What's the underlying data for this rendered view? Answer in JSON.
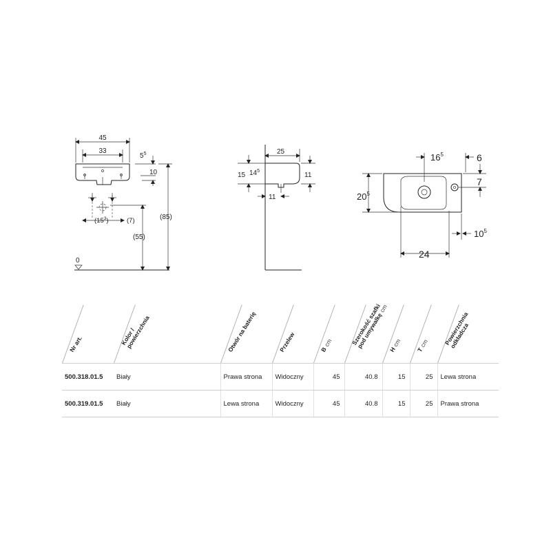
{
  "front_view": {
    "dim_width": "45",
    "dim_inner": "33",
    "dim_rim_base": "5",
    "dim_rim_sup": "5",
    "dim_bowl_height": "10",
    "dim_total_height": "(85)",
    "dim_drain_height": "(55)",
    "dim_drain_spacing_base": "(15",
    "dim_drain_spacing_sup": "3",
    "dim_drain_spacing_close": ")",
    "dim_drain_offset": "(7)",
    "floor_label": "0"
  },
  "side_view": {
    "dim_depth": "25",
    "dim_left_height": "15",
    "dim_inner_depth_base": "14",
    "dim_inner_depth_sup": "5",
    "dim_right_height": "11",
    "dim_wall_offset": "11"
  },
  "top_view": {
    "dim_tap_offset_base": "16",
    "dim_tap_offset_sup": "5",
    "dim_edge": "6",
    "dim_overflow": "7",
    "dim_depth_base": "20",
    "dim_depth_sup": "5",
    "dim_right_base": "10",
    "dim_right_sup": "5",
    "dim_bowl_width": "24"
  },
  "table": {
    "headers": [
      {
        "line1": "Nr art.",
        "line2": "",
        "unit": ""
      },
      {
        "line1": "Kolor /",
        "line2": "powierzchnia",
        "unit": ""
      },
      {
        "line1": "Otwór na baterię",
        "line2": "",
        "unit": ""
      },
      {
        "line1": "Przelew",
        "line2": "",
        "unit": ""
      },
      {
        "line1": "B",
        "line2": "",
        "unit": "cm"
      },
      {
        "line1": "Szerokość szafki",
        "line2": "pod umywalkę",
        "unit": "cm"
      },
      {
        "line1": "H",
        "line2": "",
        "unit": "cm"
      },
      {
        "line1": "T",
        "line2": "",
        "unit": "cm"
      },
      {
        "line1": "Powierzchnia",
        "line2": "odkładcza",
        "unit": ""
      }
    ],
    "rows": [
      [
        "500.318.01.5",
        "Biały",
        "Prawa strona",
        "Widoczny",
        "45",
        "40.8",
        "15",
        "25",
        "Lewa strona"
      ],
      [
        "500.319.01.5",
        "Biały",
        "Lewa strona",
        "Widoczny",
        "45",
        "40.8",
        "15",
        "25",
        "Prawa strona"
      ]
    ]
  }
}
